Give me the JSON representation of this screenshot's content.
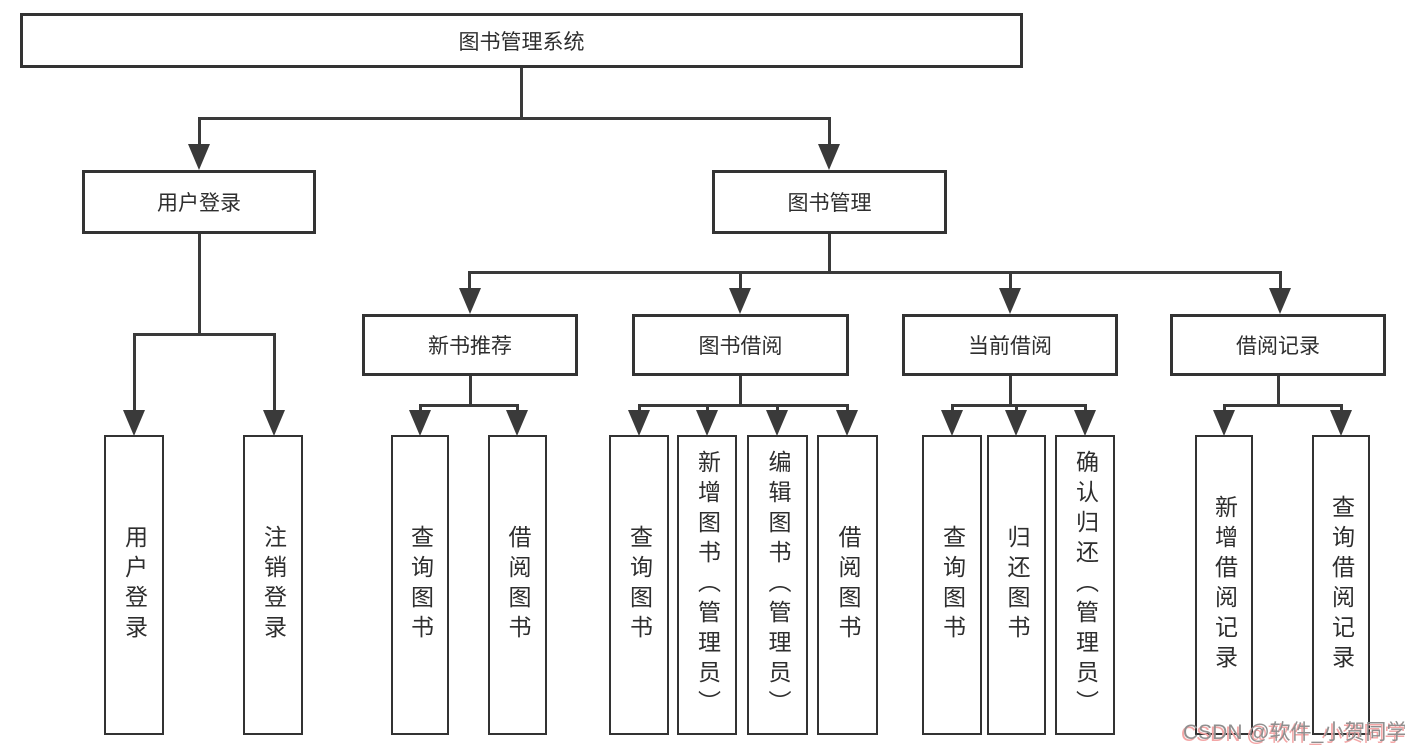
{
  "diagram": {
    "root": "图书管理系统",
    "user_login": {
      "label": "用户登录",
      "children": [
        "用户登录",
        "注销登录"
      ]
    },
    "book_mgmt": {
      "label": "图书管理",
      "sections": {
        "new_book": {
          "label": "新书推荐",
          "children": [
            "查询图书",
            "借阅图书"
          ]
        },
        "borrow": {
          "label": "图书借阅",
          "children": [
            "查询图书",
            "新增图书（管理员）",
            "编辑图书（管理员）",
            "借阅图书"
          ]
        },
        "current": {
          "label": "当前借阅",
          "children": [
            "查询图书",
            "归还图书",
            "确认归还（管理员）"
          ]
        },
        "records": {
          "label": "借阅记录",
          "children": [
            "新增借阅记录",
            "查询借阅记录"
          ]
        }
      }
    }
  },
  "watermark": "CSDN @软件_小贺同学",
  "colors": {
    "line": "#3a3a3a",
    "box_border": "#333333",
    "text": "#2e2e2e",
    "background": "#ffffff",
    "watermark_gray": "#8f8f8f",
    "watermark_pink": "#f3a6a6"
  }
}
